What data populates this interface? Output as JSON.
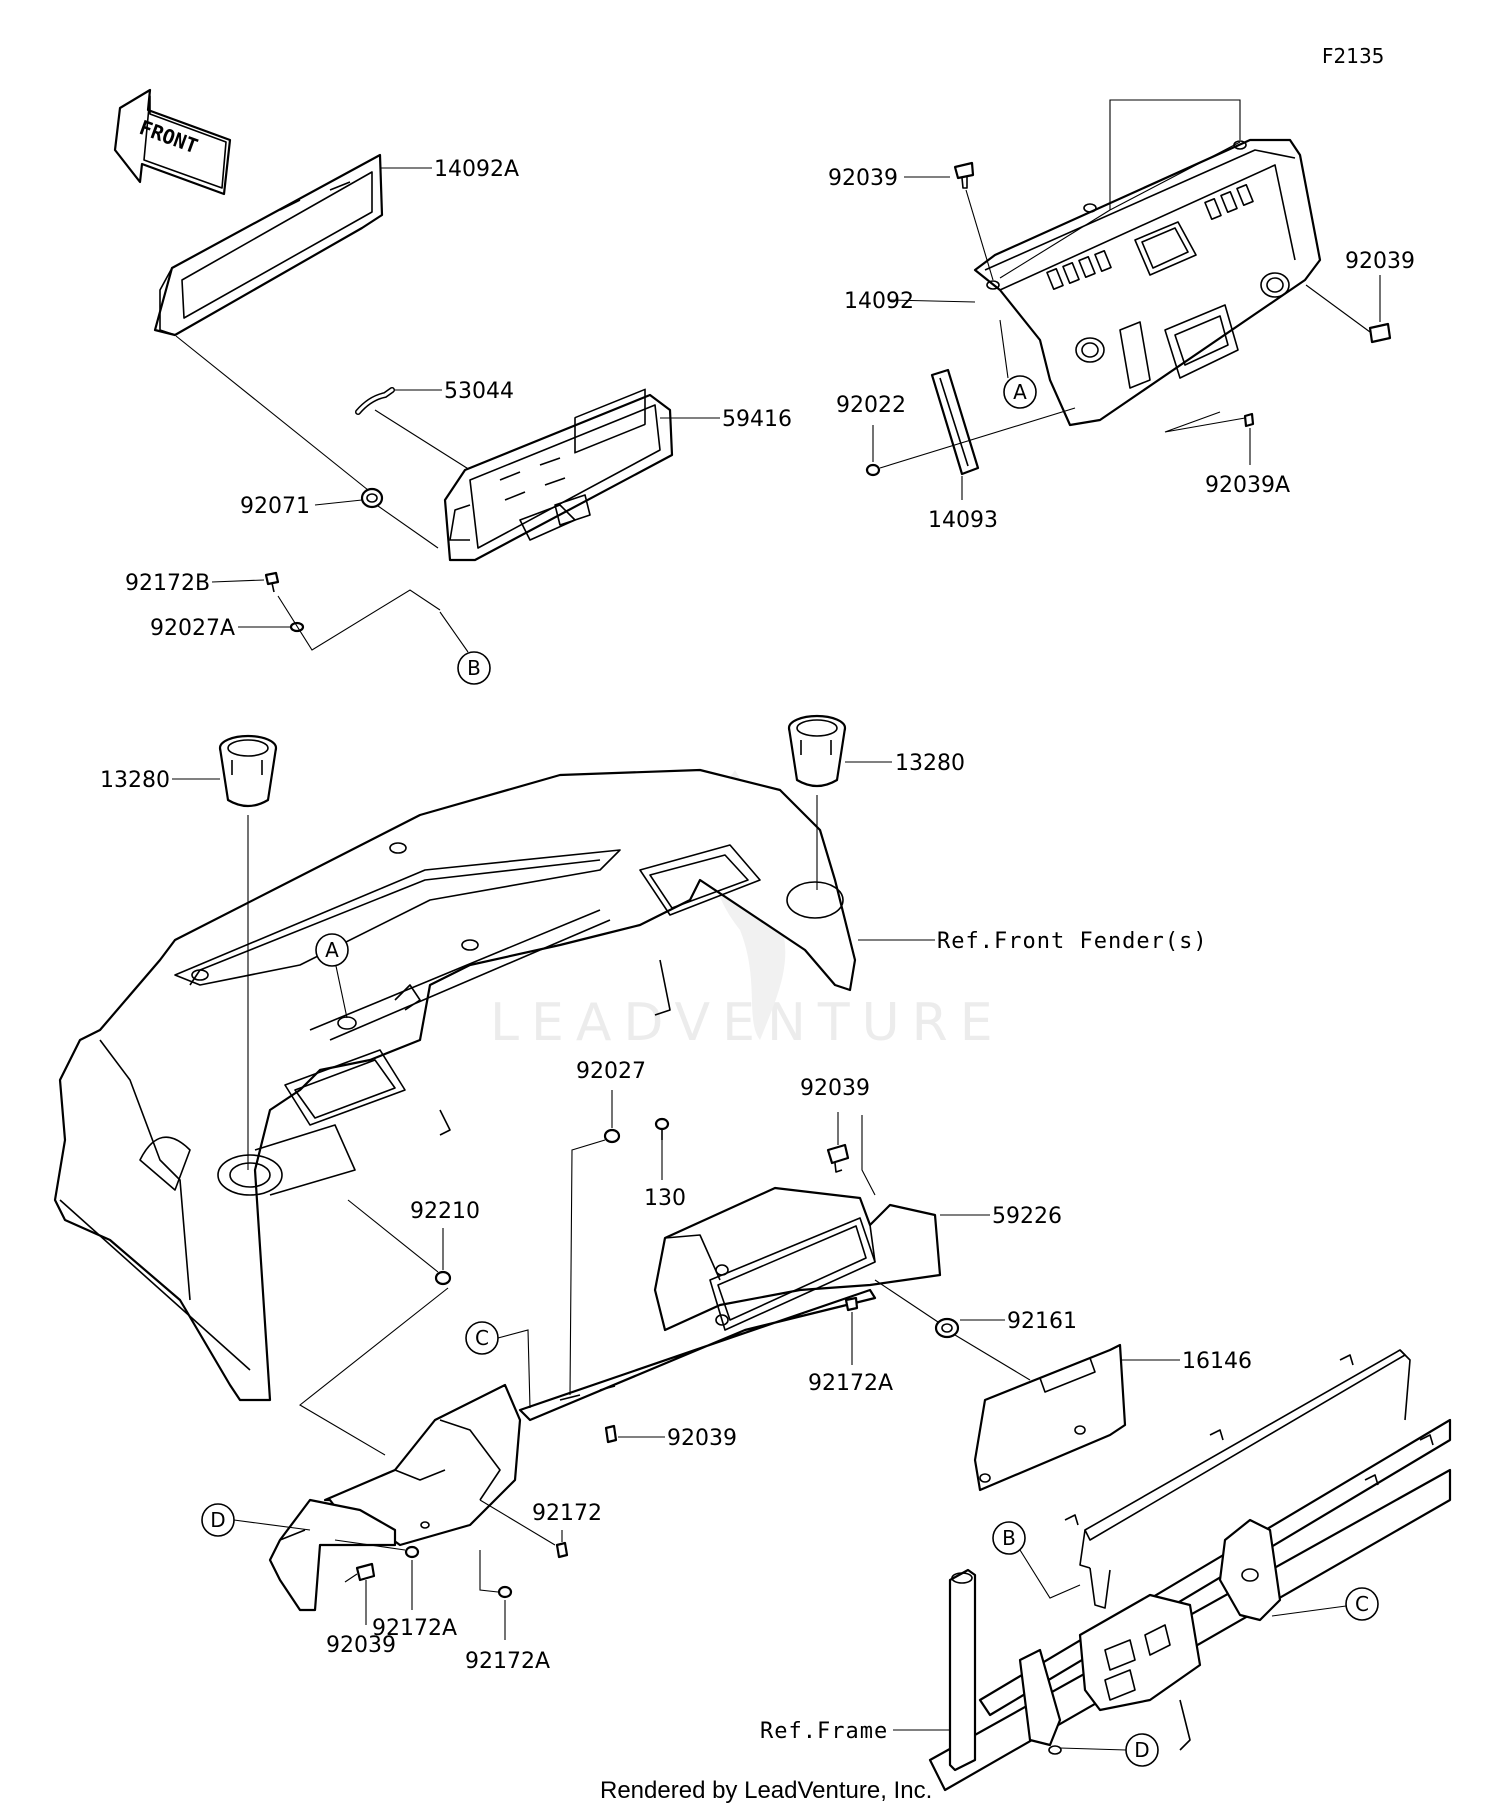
{
  "figure_id": "F2135",
  "watermark": "LEADVENTURE",
  "footer": "Rendered by LeadVenture, Inc.",
  "front_arrow": "FRONT",
  "callouts": {
    "c1": "A",
    "c2": "A",
    "c3": "B",
    "c4": "B",
    "c5": "C",
    "c6": "C",
    "c7": "D",
    "c8": "D"
  },
  "labels": {
    "l14092A": "14092A",
    "l53044": "53044",
    "l59416": "59416",
    "l92071": "92071",
    "l92172B": "92172B",
    "l92027A": "92027A",
    "l92039_tl": "92039",
    "l14092": "14092",
    "l92039_tr": "92039",
    "l92022": "92022",
    "l14093": "14093",
    "l92039A": "92039A",
    "l13280_l": "13280",
    "l13280_r": "13280",
    "lfender": "Ref.Front Fender(s)",
    "l92027": "92027",
    "l130": "130",
    "l92039_m": "92039",
    "l59226": "59226",
    "l92210": "92210",
    "l92161": "92161",
    "l92172A_m": "92172A",
    "l16146": "16146",
    "l92039_b": "92039",
    "l92172": "92172",
    "l92172A_a": "92172A",
    "l92172A_b": "92172A",
    "l92039_bl": "92039",
    "lframe": "Ref.Frame"
  }
}
